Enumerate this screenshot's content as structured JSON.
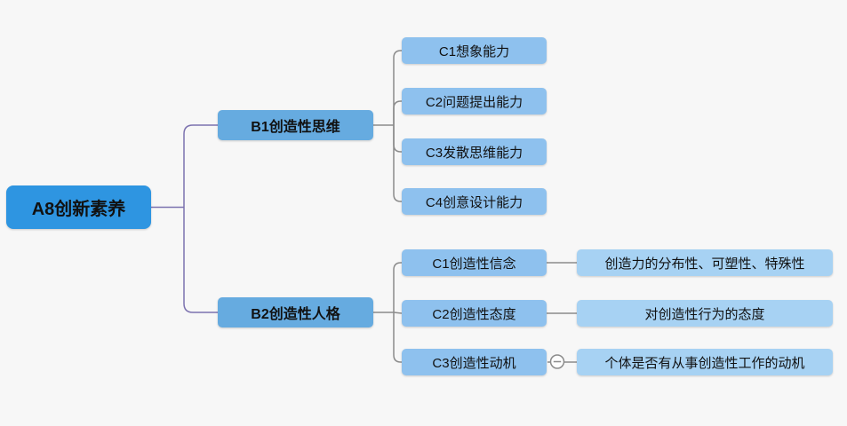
{
  "colors": {
    "background": "#F7F7F7",
    "root_fill": "#2E95E1",
    "branch_fill": "#66ABE0",
    "leaf_fill": "#8EC1EE",
    "detail_fill": "#A7D2F3",
    "root_connector": "#7C72AF",
    "branch_connector": "#8B8B8B",
    "text": "#111111"
  },
  "mindmap": {
    "root": {
      "label": "A8创新素养"
    },
    "branches": [
      {
        "label": "B1创造性思维",
        "children": [
          {
            "label": "C1想象能力"
          },
          {
            "label": "C2问题提出能力"
          },
          {
            "label": "C3发散思维能力"
          },
          {
            "label": "C4创意设计能力"
          }
        ]
      },
      {
        "label": "B2创造性人格",
        "children": [
          {
            "label": "C1创造性信念",
            "detail": "创造力的分布性、可塑性、特殊性"
          },
          {
            "label": "C2创造性态度",
            "detail": "对创造性行为的态度"
          },
          {
            "label": "C3创造性动机",
            "detail": "个体是否有从事创造性工作的动机",
            "collapse_icon": "minus-circle"
          }
        ]
      }
    ]
  }
}
